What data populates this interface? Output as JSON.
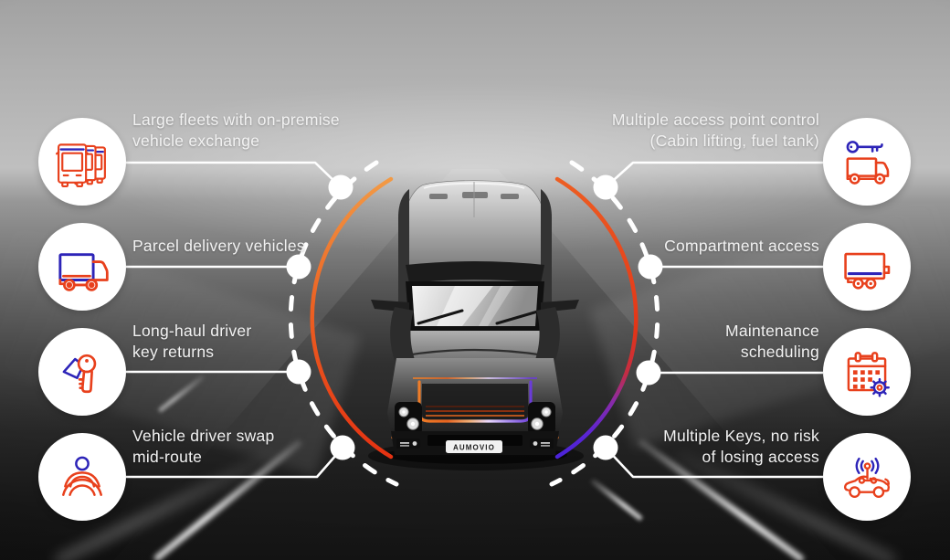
{
  "callouts": {
    "left": [
      {
        "icon": "bus-fleet-icon",
        "label": "Large fleets with on-premise\nvehicle exchange"
      },
      {
        "icon": "delivery-truck-icon",
        "label": "Parcel delivery vehicles"
      },
      {
        "icon": "keys-icon",
        "label": "Long-haul driver\nkey returns"
      },
      {
        "icon": "driver-steering-icon",
        "label": "Vehicle driver swap\nmid-route"
      }
    ],
    "right": [
      {
        "icon": "key-truck-icon",
        "label": "Multiple access point control\n(Cabin lifting, fuel tank)"
      },
      {
        "icon": "trailer-icon",
        "label": "Compartment access"
      },
      {
        "icon": "calendar-gear-icon",
        "label": "Maintenance\nscheduling"
      },
      {
        "icon": "connected-car-icon",
        "label": "Multiple Keys, no risk\nof losing access"
      }
    ]
  },
  "truck": {
    "plate_text": "AUMOVIO"
  },
  "colors": {
    "icon_red": "#E8401C",
    "icon_blue": "#2D24B8",
    "arc_orange_start": "#F29A45",
    "arc_red": "#E53212",
    "arc_purple_end": "#4B23D8",
    "dashed_line": "#FFFFFF"
  }
}
